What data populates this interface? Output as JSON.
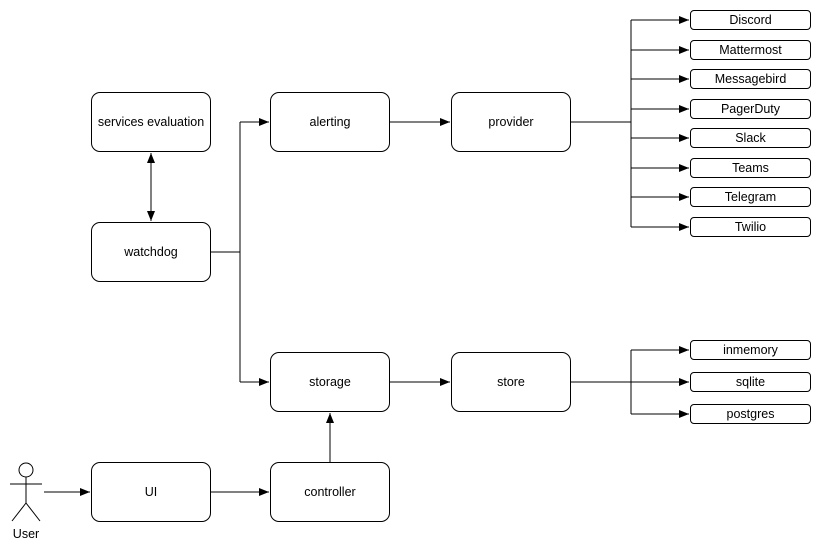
{
  "canvas": {
    "background_color": "#ffffff",
    "stroke_color": "#000000",
    "text_color": "#000000"
  },
  "nodes": {
    "services_evaluation": "services evaluation",
    "watchdog": "watchdog",
    "alerting": "alerting",
    "provider": "provider",
    "storage": "storage",
    "store": "store",
    "ui": "UI",
    "controller": "controller"
  },
  "actor": {
    "label": "User"
  },
  "provider_endpoints": [
    "Discord",
    "Mattermost",
    "Messagebird",
    "PagerDuty",
    "Slack",
    "Teams",
    "Telegram",
    "Twilio"
  ],
  "store_endpoints": [
    "inmemory",
    "sqlite",
    "postgres"
  ],
  "edges": {
    "watchdog_services_evaluation": "bidirectional",
    "watchdog_to_alerting": "arrow",
    "watchdog_to_storage": "arrow",
    "alerting_to_provider": "arrow",
    "storage_to_store": "arrow",
    "user_to_ui": "arrow",
    "ui_to_controller": "arrow",
    "controller_to_storage": "arrow"
  }
}
